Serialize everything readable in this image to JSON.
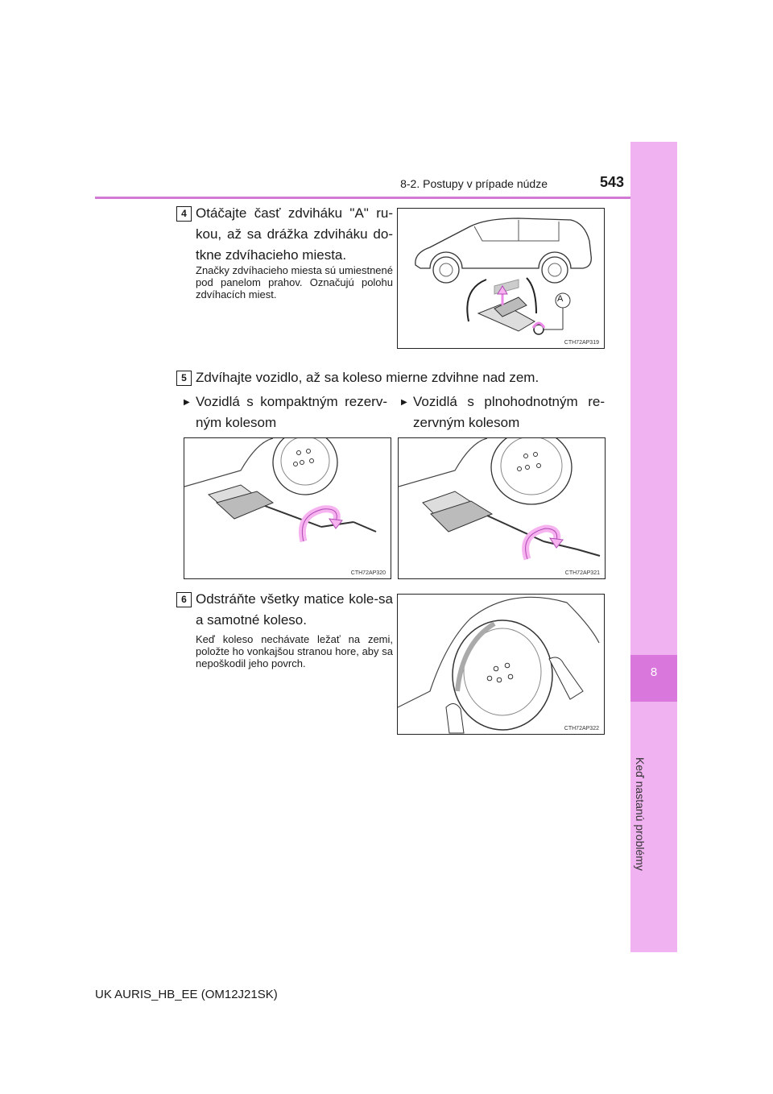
{
  "header": {
    "section_title": "8-2. Postupy v prípade núdze",
    "page_number": "543"
  },
  "sidebar": {
    "chapter_number": "8",
    "chapter_title": "Keď nastanú problémy"
  },
  "steps": [
    {
      "number": "4",
      "text": "Otáčajte časť zdviháku \"A\" ru-kou, až sa drážka zdviháku do-tkne zdvíhacieho miesta.",
      "note": "Značky zdvíhacieho miesta sú umiestnené pod panelom prahov. Označujú polohu zdvíhacích miest.",
      "figure": {
        "caption": "CTH72AP319",
        "label": "A"
      }
    },
    {
      "number": "5",
      "text": "Zdvíhajte vozidlo, až sa koleso mierne zdvihne nad zem.",
      "options": [
        {
          "label": "Vozidlá s kompaktným rezerv-ným kolesom",
          "caption": "CTH72AP320"
        },
        {
          "label": "Vozidlá s plnohodnotným re-zervným kolesom",
          "caption": "CTH72AP321"
        }
      ]
    },
    {
      "number": "6",
      "text": "Odstráňte všetky matice kole-sa a samotné koleso.",
      "note": "Keď koleso nechávate ležať na zemi, položte ho vonkajšou stranou hore, aby sa nepoškodil jeho povrch.",
      "figure": {
        "caption": "CTH72AP322"
      }
    }
  ],
  "footer": {
    "model": "UK AURIS_HB_EE (OM12J21SK)"
  },
  "colors": {
    "accent": "#d977dc",
    "tab": "#f0b2f1",
    "arrow_fill": "#f6b3f0"
  },
  "icons": {
    "bullet": "triangle-right-icon"
  }
}
